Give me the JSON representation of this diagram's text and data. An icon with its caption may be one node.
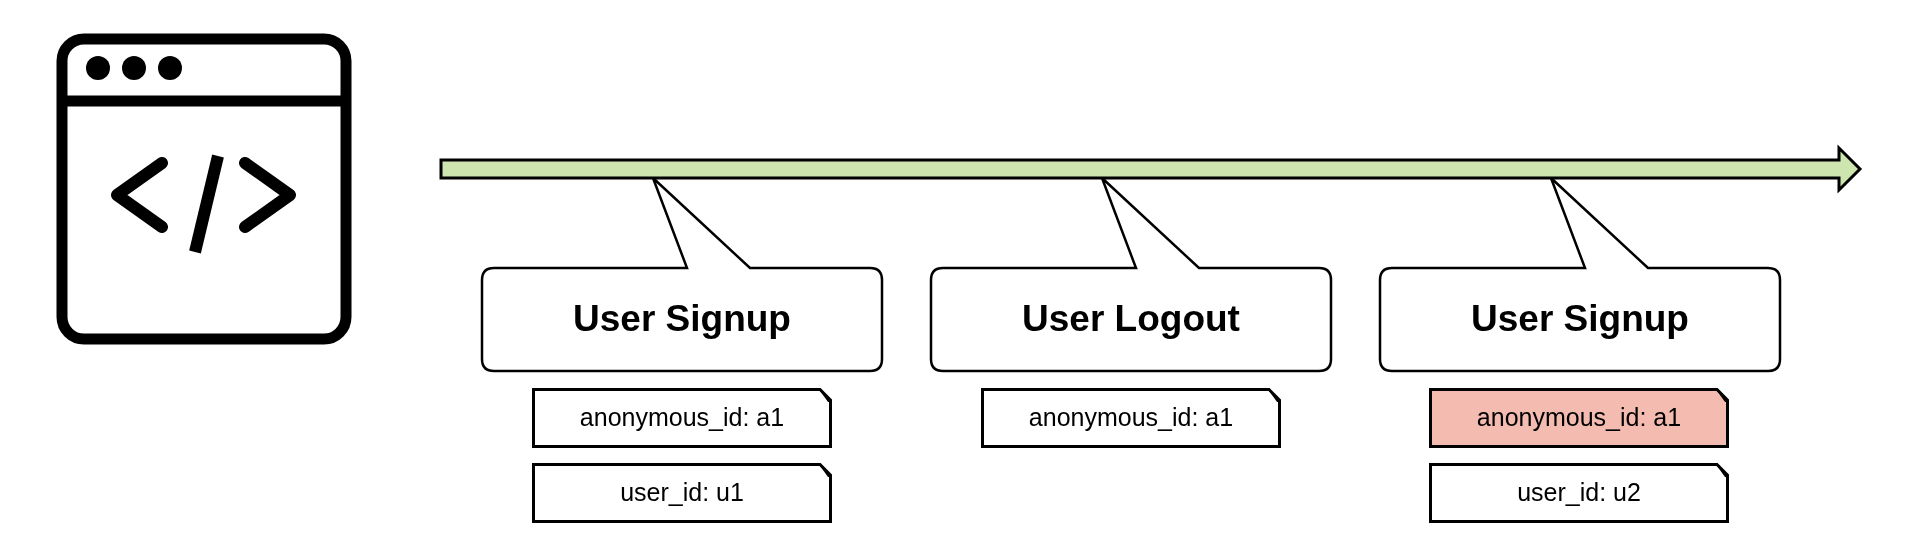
{
  "diagram": {
    "nodes": [
      {
        "text": [],
        "shape": "picture"
      },
      {
        "text": [
          "User Signup"
        ]
      },
      {
        "text": [
          "User Logout"
        ]
      },
      {
        "text": [
          "User Signup"
        ]
      },
      {
        "text": [
          "anonymous_id: a1"
        ]
      },
      {
        "text": [
          "user_id: u1"
        ]
      },
      {
        "text": [
          "anonymous_id: a1"
        ]
      },
      {
        "text": [
          "anonymous_id: a1"
        ]
      },
      {
        "text": [
          "user_id: u2"
        ]
      }
    ]
  }
}
